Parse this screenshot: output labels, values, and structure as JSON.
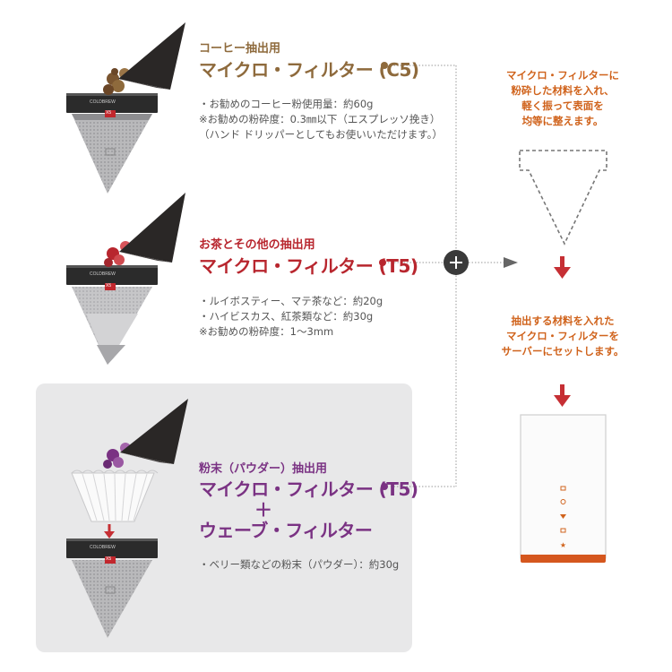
{
  "colors": {
    "coffee": "#8e6a3c",
    "tea": "#b8262e",
    "powder": "#7a3283",
    "orange": "#d0631c",
    "arrow": "#c62f34",
    "panel": "#e8e8e9"
  },
  "filter_label": "COLDBREW",
  "filter_badge": "X5",
  "sections": [
    {
      "subtitle": "コーヒー抽出用",
      "title": "マイクロ・フィルター (C5)",
      "notes": [
        "・お勧めのコーヒー粉使用量：約60g",
        "※お勧めの粉砕度：0.3㎜以下（エスプレッソ挽き）",
        "（ハンド ドリッパーとしてもお使いいただけます。）"
      ]
    },
    {
      "subtitle": "お茶とその他の抽出用",
      "title": "マイクロ・フィルター (T5)",
      "notes": [
        "・ルイボスティー、マテ茶など：約20g",
        "・ハイビスカス、紅茶類など：約30g",
        "※お勧めの粉砕度：1～3mm"
      ]
    },
    {
      "subtitle": "粉末（パウダー）抽出用",
      "title": "マイクロ・フィルター (T5)",
      "plus": "＋",
      "title2": "ウェーブ・フィルター",
      "notes": [
        "・ベリー類などの粉末（パウダー）：約30g"
      ]
    }
  ],
  "steps": {
    "step1": [
      "マイクロ・フィルターに",
      "粉砕した材料を入れ、",
      "軽く振って表面を",
      "均等に整えます。"
    ],
    "step2": [
      "抽出する材料を入れた",
      "マイクロ・フィルターを",
      "サーバーにセットします。"
    ]
  }
}
